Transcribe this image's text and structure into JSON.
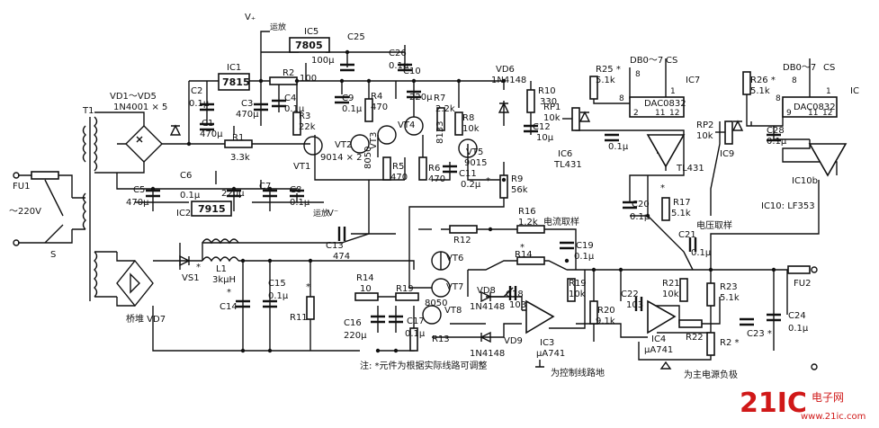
{
  "labels": {
    "vplus": "V₊",
    "yf1": "运放",
    "vminus": "V⁻",
    "yf2": "运放",
    "ic5": "IC5",
    "ic5p": "7805",
    "c25": "C25",
    "c26": "C26",
    "c26v": "0.1μ",
    "c25v": "100μ",
    "ic1": "IC1",
    "ic1p": "7815",
    "r2": "R2",
    "r2v": "100",
    "c10": "C10",
    "c10v": "220μ",
    "vd6": "VD6",
    "vd6p": "1N4148",
    "r25": "R25 *",
    "r25v": "5.1k",
    "db1": "DB0～7",
    "cs1": "CS",
    "ic7": "IC7",
    "dac1": "DAC0832",
    "r26": "R26 *",
    "r26v": "5.1k",
    "db2": "DB0～7",
    "cs2": "CS",
    "ic8": "IC",
    "dac2": "DAC0832",
    "vd": "VD1～VD5",
    "vdp": "1N4001 × 5",
    "t1": "T1",
    "c2": "C2",
    "c2v": "0.1μ",
    "c1": "C1",
    "c1v": "470μ",
    "c3": "C3",
    "c3v": "470μ",
    "c4": "C4",
    "c4v": "0.1μ",
    "c9": "C9",
    "c9v": "0.1μ",
    "r3": "R3",
    "r3v": "22k",
    "r4": "R4",
    "r4v": "470",
    "vt4": "VT4",
    "r7": "R7",
    "r7v": "2.2k",
    "b8133": "8133",
    "r8": "R8",
    "r8v": "10k",
    "r10": "R10",
    "r10v": "330",
    "c12": "C12",
    "c12v": "10μ",
    "rp1": "RP1",
    "rp1v": "10k",
    "ic6": "IC6",
    "ic6p": "TL431",
    "c6v1": "0.1μ",
    "tl431b": "TL431",
    "rp2": "RP2",
    "rp2v": "10k",
    "ic9": "IC9",
    "c28": "C28",
    "c28v": "0.1μ",
    "ic10b": "IC10b",
    "ic10": "IC10: LF353",
    "r1": "R1",
    "r1v": "3.3k",
    "vt1": "VT1",
    "vt2": "VT2",
    "vt2p": "9014 × 2",
    "vt3": "VT3",
    "b8050a": "8050",
    "r5": "R5",
    "r5v": "470",
    "r6": "R6",
    "r6v": "470",
    "vt5": "VT5",
    "vt5p": "9015",
    "c11": "C11",
    "c11v": "0.2μ",
    "r9": "R9",
    "r9v": "56k",
    "fu1": "FU1",
    "ac": "～220V",
    "s": "S",
    "c6": "C6",
    "c6v": "0.1μ",
    "c5": "C5",
    "c5v": "470μ",
    "c7v": "220μ",
    "c7": "C7",
    "c8": "C8",
    "c8v": "0.1μ",
    "ic2": "IC2",
    "ic2p": "7915",
    "r16": "R16",
    "r16v": "1.2k",
    "dlqy": "电流取样",
    "r12": "R12",
    "c13": "C13",
    "c13v": "474",
    "c20": "C20",
    "c20v": "0.1μ",
    "r17": "R17",
    "r17v": "5.1k",
    "dyqy": "电压取样",
    "c21": "C21",
    "c21v": "0.1μ",
    "r14b": "R14",
    "c19": "C19",
    "c19v": "0.1μ",
    "vs1": "VS1",
    "l1": "L1",
    "l1v": "3kμH",
    "vt6": "VT6",
    "vt7": "VT7",
    "fu2": "FU2",
    "qd": "桥堆 VD7",
    "r14": "R14",
    "r14v": "10",
    "r19s": "R19",
    "c15": "C15",
    "c15v": "0.1μ",
    "c14": "C14",
    "r11": "R11",
    "b8050b": "8050",
    "vt8": "VT8",
    "vd8": "VD8",
    "vd8p": "1N4148",
    "c18": "C18",
    "c18v": "103",
    "r19": "R19",
    "r19v": "10k",
    "c22": "C22",
    "c22v": "103",
    "r21": "R21",
    "r21v": "10k",
    "r23": "R23",
    "r23v": "5.1k",
    "c24": "C24",
    "c24v": "0.1μ",
    "c16": "C16",
    "c16v": "220μ",
    "c17": "C17",
    "c17v": "0.1μ",
    "r13": "R13",
    "r20": "R20",
    "r20v": "9.1k",
    "r22": "R22",
    "ic4": "IC4",
    "ic4p": "μA741",
    "r2b": "R2 *",
    "c23": "C23 *",
    "vd9": "VD9",
    "vd9p": "1N4148",
    "ic3": "IC3",
    "ic3p": "μA741",
    "note": "注: *元件为根据实际线路可调整",
    "gnd1": "为控制线路地",
    "gnd2": "为主电源负极",
    "n8a": "8",
    "n8b": "8",
    "n8c": "8",
    "n8d": "8",
    "n1a": "1",
    "n1b": "1",
    "n2": "2",
    "n11a": "11",
    "n12a": "12",
    "n9": "9",
    "n11b": "11",
    "n12b": "12",
    "star1": "*",
    "star2": "*",
    "star3": "*",
    "star4": "*",
    "star5": "*",
    "star6": "*"
  },
  "watermark": {
    "main": "21IC",
    "sub": "电子网",
    "domain": "www.21ic.com"
  }
}
